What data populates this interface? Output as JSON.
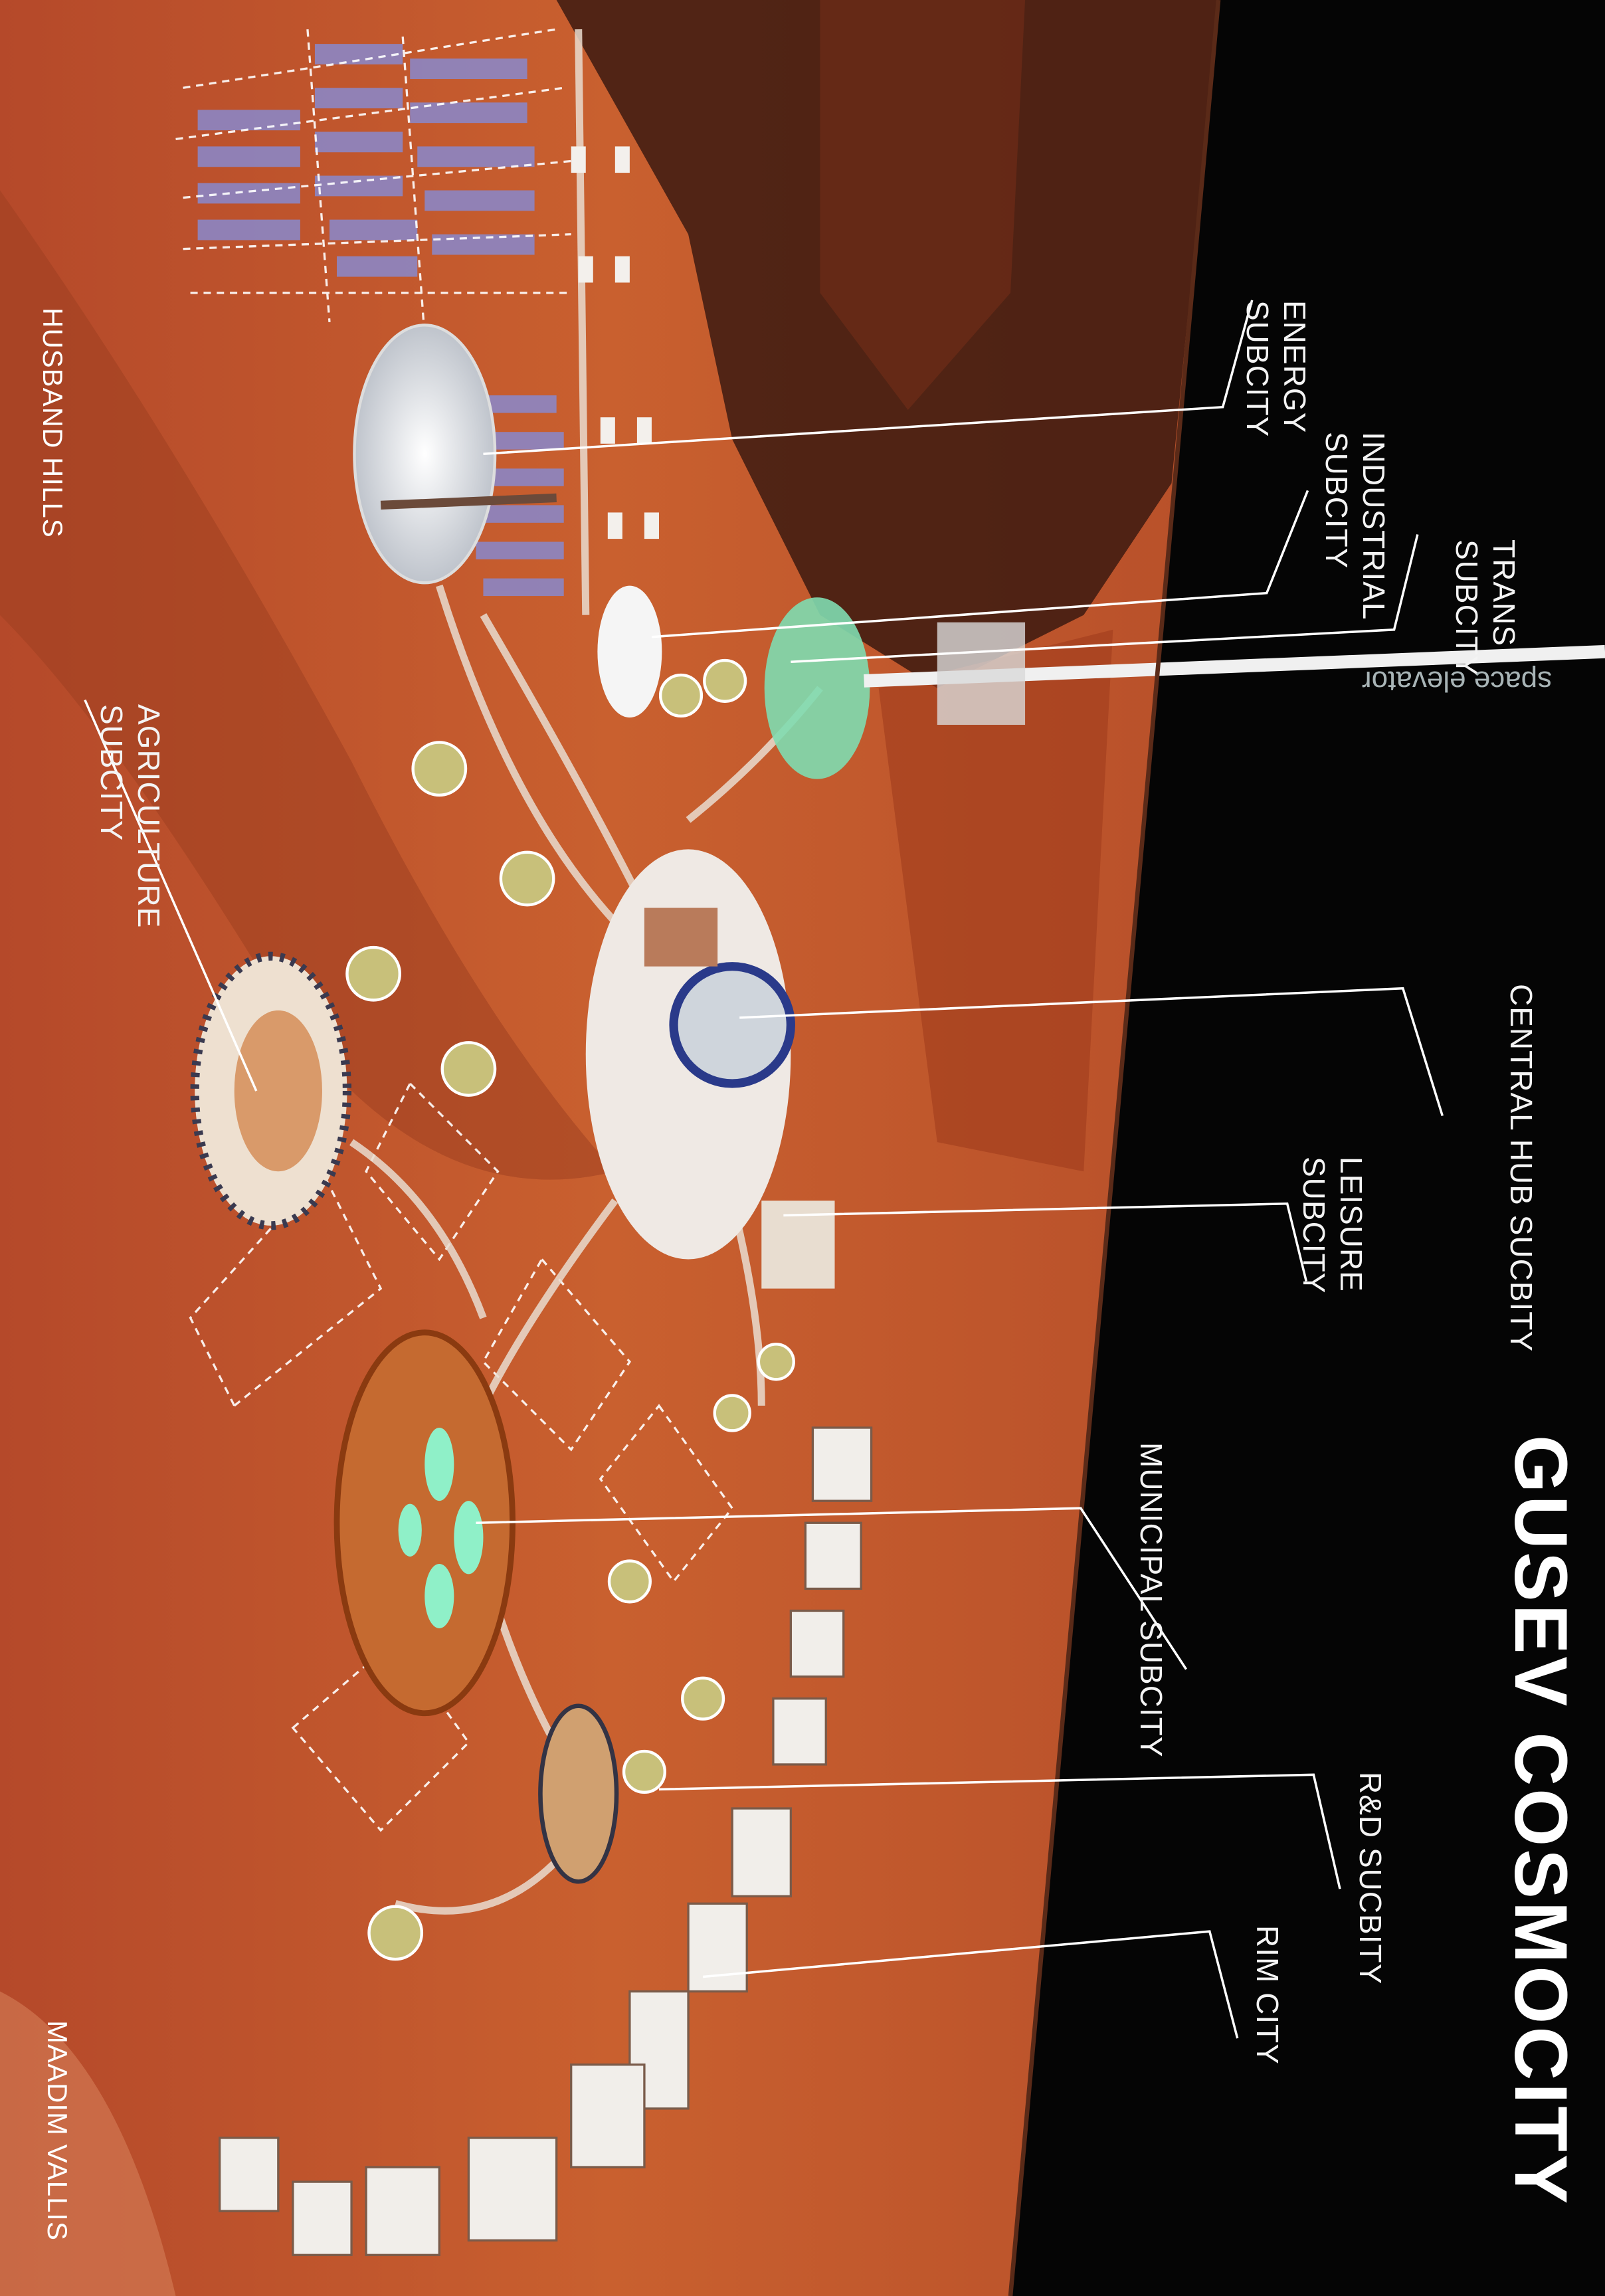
{
  "title": "GUSEV COSMOCITY",
  "space_elevator_label": "space elevator",
  "subcity_labels": {
    "energy": [
      "ENERGY",
      "SUBCITY"
    ],
    "industrial": [
      "INDUSTRIAL",
      "SUBCITY"
    ],
    "trans": [
      "TRANS",
      "SUBCITY"
    ],
    "central_hub": "CENTRAL HUB SUCBITY",
    "leisure": [
      "LEISURE",
      "SUBCITY"
    ],
    "municipal": "MUNICIPAL SUBCITY",
    "rnd": "R&D SUCBITY",
    "rim_city": "RIM CITY",
    "agriculture": [
      "AGRICULTURE",
      "SUBCITY"
    ]
  },
  "geography_labels": {
    "husband_hills": "HUSBAND HILLS",
    "maadim_vallis": "MAADIM VALLIS"
  },
  "colors": {
    "terrain": "#c4592c",
    "terrain_dark": "#3c1a10",
    "sky": "#050505",
    "solar_panel": "#8c86c4",
    "dome_green": "#7fdcb0"
  }
}
